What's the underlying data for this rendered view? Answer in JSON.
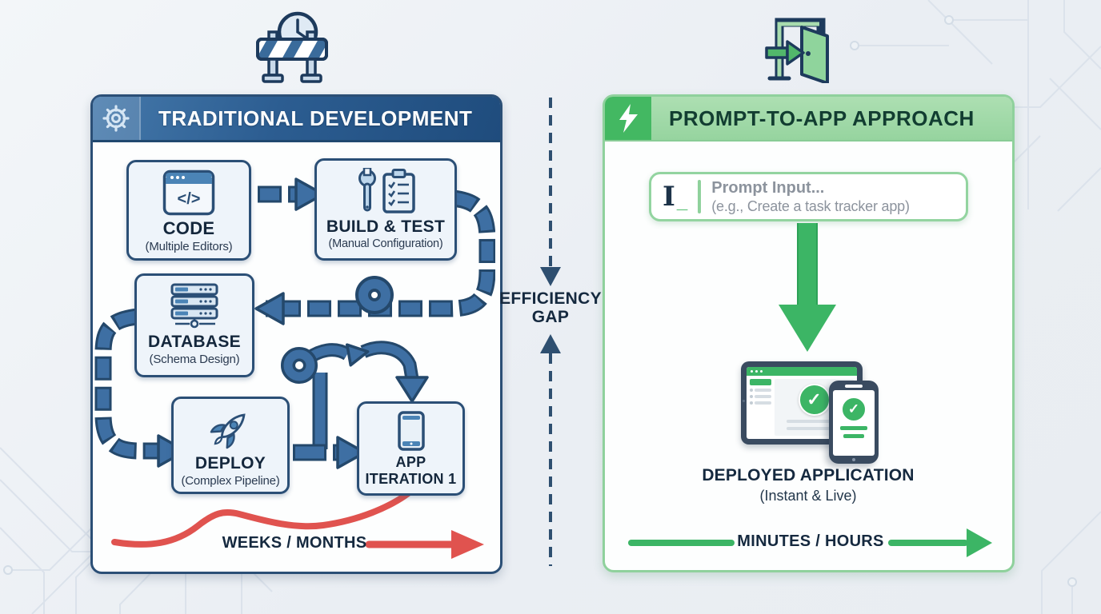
{
  "background": {
    "color": "#edf1f5",
    "trace_color": "#dbe2eb"
  },
  "top_icons": {
    "left": "roadblock-clock-icon",
    "right": "open-door-arrow-icon"
  },
  "left_panel": {
    "header": {
      "title": "TRADITIONAL DEVELOPMENT",
      "icon": "gear-icon",
      "bg": "#2c5d91",
      "text_color": "#ffffff"
    },
    "steps": [
      {
        "title": "CODE",
        "subtitle": "(Multiple Editors)",
        "icon": "code-editor-icon",
        "icon_glyph": "</>"
      },
      {
        "title": "BUILD & TEST",
        "subtitle": "(Manual Configuration)",
        "icon": "wrench-checklist-icon"
      },
      {
        "title": "DATABASE",
        "subtitle": "(Schema Design)",
        "icon": "database-servers-icon"
      },
      {
        "title": "DEPLOY",
        "subtitle": "(Complex Pipeline)",
        "icon": "rocket-icon"
      },
      {
        "title": "APP ITERATION 1",
        "icon": "mobile-phone-icon"
      }
    ],
    "arrow_color": "#3e6fa3",
    "timeline": {
      "label": "WEEKS / MONTHS",
      "color": "#e0534f"
    }
  },
  "center_gap": {
    "line1": "EFFICIENCY",
    "line2": "GAP",
    "line_color": "#2e4f70"
  },
  "right_panel": {
    "header": {
      "title": "PROMPT-TO-APP APPROACH",
      "icon": "lightning-bolt-icon",
      "bg": "#9fd8a6",
      "text_color": "#123d31"
    },
    "prompt_input": {
      "icon": "text-cursor-icon",
      "cursor_glyph": "I",
      "cursor_underscore": "_",
      "line1": "Prompt Input...",
      "line2": "(e.g., Create a task tracker app)"
    },
    "result": {
      "illustration": "devices-with-checkmarks",
      "title": "DEPLOYED APPLICATION",
      "subtitle": "(Instant & Live)"
    },
    "timeline": {
      "label": "MINUTES / HOURS",
      "color": "#3cb565"
    }
  }
}
